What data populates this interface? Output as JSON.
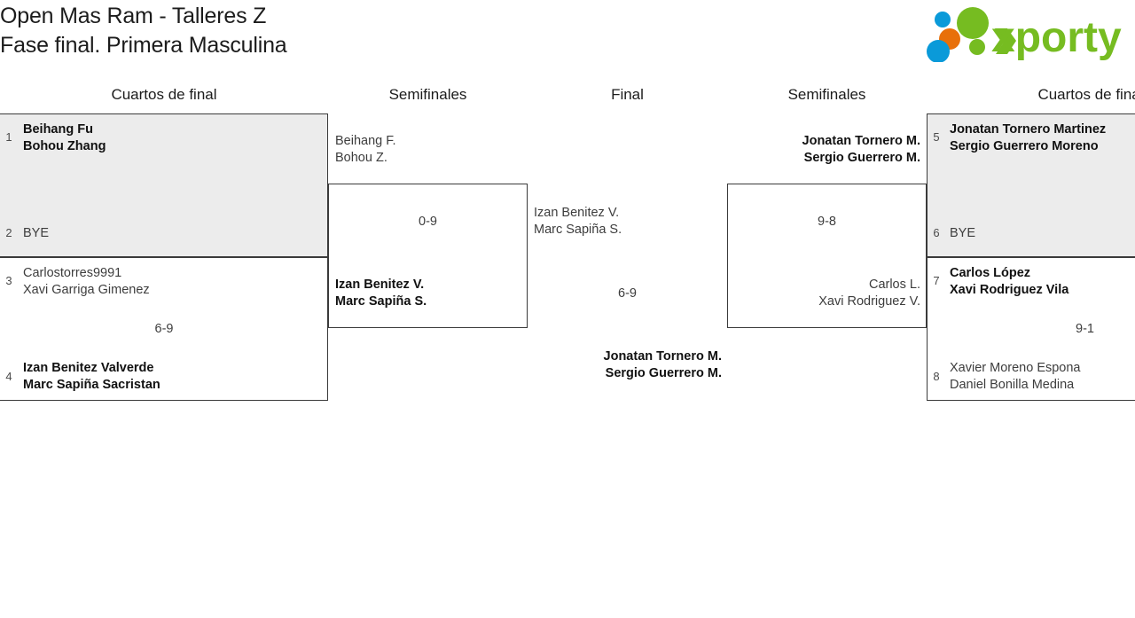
{
  "header": {
    "title_line1": "Open Mas Ram - Talleres Z",
    "title_line2": "Fase final. Primera Masculina",
    "title": "Open Mas Ram - Talleres Z\nFase final. Primera Masculina",
    "logo": {
      "name": "xporty-logo",
      "wordmark": "xporty",
      "colors": {
        "green": "#76bc21",
        "blue": "#0a9ad9",
        "orange": "#e8700a"
      }
    }
  },
  "rounds": [
    {
      "id": "qf-left",
      "label": "Cuartos de final"
    },
    {
      "id": "sf-left",
      "label": "Semifinales"
    },
    {
      "id": "final",
      "label": "Final"
    },
    {
      "id": "sf-right",
      "label": "Semifinales"
    },
    {
      "id": "qf-right",
      "label": "Cuartos de final"
    }
  ],
  "matches": {
    "qf1": {
      "shaded": true,
      "score": "",
      "top": {
        "seed": "1",
        "line1": "Beihang Fu",
        "line2": "Bohou Zhang",
        "winner": true
      },
      "bottom": {
        "seed": "2",
        "line1": "BYE",
        "line2": "",
        "winner": false
      }
    },
    "qf2": {
      "shaded": false,
      "score": "6-9",
      "top": {
        "seed": "3",
        "line1": "Carlostorres9991",
        "line2": "Xavi Garriga Gimenez",
        "winner": false
      },
      "bottom": {
        "seed": "4",
        "line1": "Izan Benitez Valverde",
        "line2": "Marc Sapiña Sacristan",
        "winner": true
      }
    },
    "sf_left": {
      "score": "0-9",
      "top": {
        "line1": "Beihang F.",
        "line2": "Bohou Z.",
        "winner": false
      },
      "bottom": {
        "line1": "Izan Benitez V.",
        "line2": "Marc Sapiña S.",
        "winner": true
      }
    },
    "final": {
      "score": "6-9",
      "top": {
        "line1": "Izan Benitez V.",
        "line2": "Marc Sapiña S.",
        "winner": false
      },
      "bottom": {
        "line1": "Jonatan Tornero M.",
        "line2": "Sergio Guerrero M.",
        "winner": true
      }
    },
    "sf_right": {
      "score": "9-8",
      "top": {
        "line1": "Jonatan Tornero M.",
        "line2": "Sergio Guerrero M.",
        "winner": true
      },
      "bottom": {
        "line1": "Carlos L.",
        "line2": "Xavi Rodriguez V.",
        "winner": false
      }
    },
    "qf3": {
      "shaded": true,
      "score": "",
      "top": {
        "seed": "5",
        "line1": "Jonatan Tornero Martinez",
        "line2": "Sergio Guerrero Moreno",
        "winner": true
      },
      "bottom": {
        "seed": "6",
        "line1": "BYE",
        "line2": "",
        "winner": false
      }
    },
    "qf4": {
      "shaded": false,
      "score": "9-1",
      "top": {
        "seed": "7",
        "line1": "Carlos López",
        "line2": "Xavi Rodriguez Vila",
        "winner": true
      },
      "bottom": {
        "seed": "8",
        "line1": "Xavier Moreno Espona",
        "line2": "Daniel Bonilla Medina",
        "winner": false
      }
    }
  }
}
